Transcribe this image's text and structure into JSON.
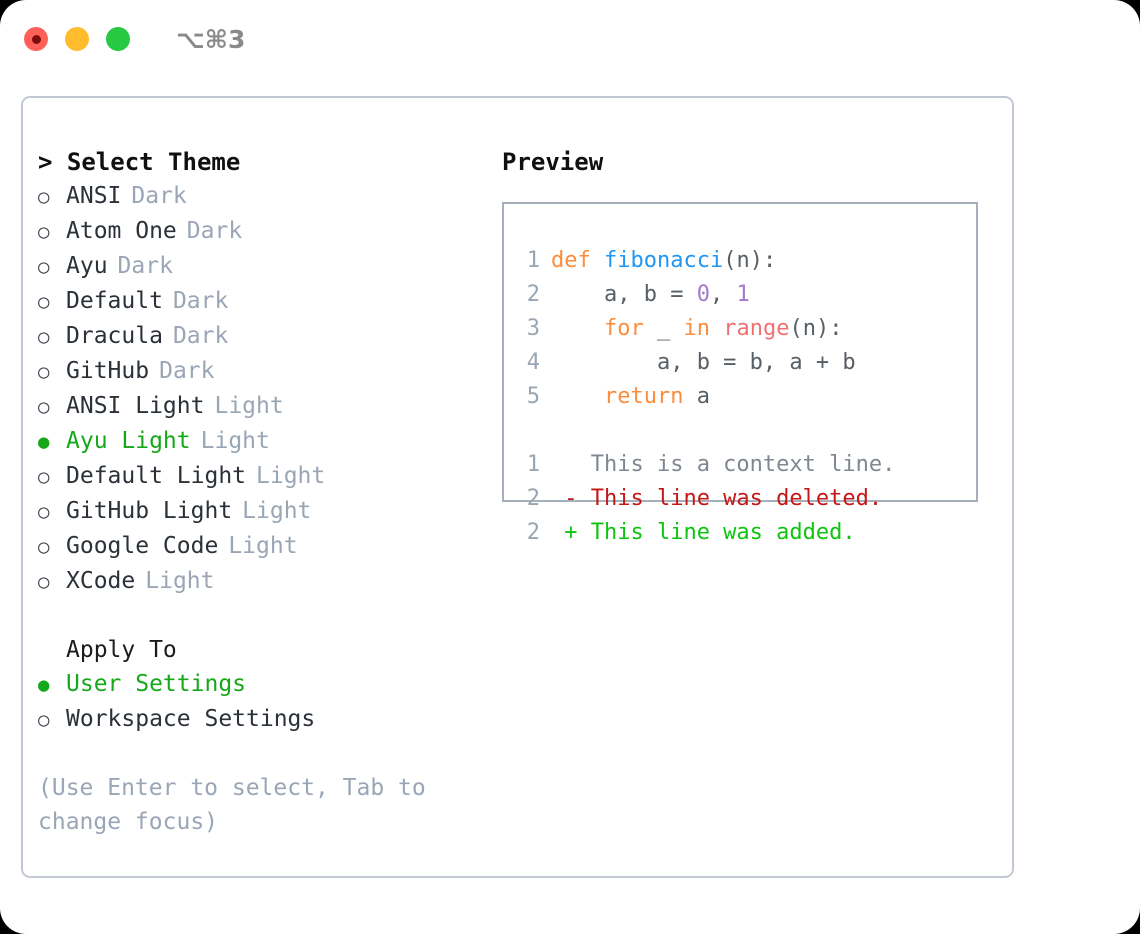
{
  "window": {
    "shortcut": "⌥⌘3",
    "traffic_lights": [
      {
        "name": "close",
        "color": "#ff6159"
      },
      {
        "name": "minimize",
        "color": "#ffbd2e"
      },
      {
        "name": "maximize",
        "color": "#26c941"
      }
    ]
  },
  "colors": {
    "selected_green": "#17a81a",
    "muted_gray": "#9aa6b6",
    "text": "#2b3138",
    "border": "#c3c9d4",
    "preview_border": "#a6b0bd",
    "diff_added": "#0ec40e",
    "diff_deleted": "#c41818",
    "syntax_keyword": "#fa8d3e",
    "syntax_function": "#2196f3",
    "syntax_number": "#a37acc",
    "syntax_builtin": "#f07171",
    "syntax_identifier": "#575f66",
    "line_number": "#9aa5b2"
  },
  "theme_picker": {
    "heading_prefix": ">",
    "heading": "Select Theme",
    "marker_selected": "●",
    "marker_unselected": "○",
    "items": [
      {
        "label": "ANSI",
        "tag": "Dark",
        "selected": false
      },
      {
        "label": "Atom One",
        "tag": "Dark",
        "selected": false
      },
      {
        "label": "Ayu",
        "tag": "Dark",
        "selected": false
      },
      {
        "label": "Default",
        "tag": "Dark",
        "selected": false
      },
      {
        "label": "Dracula",
        "tag": "Dark",
        "selected": false
      },
      {
        "label": "GitHub",
        "tag": "Dark",
        "selected": false
      },
      {
        "label": "ANSI Light",
        "tag": "Light",
        "selected": false
      },
      {
        "label": "Ayu Light",
        "tag": "Light",
        "selected": true
      },
      {
        "label": "Default Light",
        "tag": "Light",
        "selected": false
      },
      {
        "label": "GitHub Light",
        "tag": "Light",
        "selected": false
      },
      {
        "label": "Google Code",
        "tag": "Light",
        "selected": false
      },
      {
        "label": "XCode",
        "tag": "Light",
        "selected": false
      }
    ]
  },
  "apply_to": {
    "heading": "Apply To",
    "items": [
      {
        "label": "User Settings",
        "selected": true
      },
      {
        "label": "Workspace Settings",
        "selected": false
      }
    ]
  },
  "help": {
    "text": "(Use Enter to select, Tab to change focus)"
  },
  "preview": {
    "heading": "Preview",
    "code": [
      {
        "number": "1",
        "tokens": [
          {
            "text": "def ",
            "type": "kw"
          },
          {
            "text": "fibonacci",
            "type": "fn"
          },
          {
            "text": "(n):",
            "type": "punc"
          }
        ]
      },
      {
        "number": "2",
        "tokens": [
          {
            "text": "    a, b = ",
            "type": "id"
          },
          {
            "text": "0",
            "type": "num"
          },
          {
            "text": ", ",
            "type": "id"
          },
          {
            "text": "1",
            "type": "num"
          }
        ]
      },
      {
        "number": "3",
        "tokens": [
          {
            "text": "    for",
            "type": "kw"
          },
          {
            "text": " _ ",
            "type": "id"
          },
          {
            "text": "in",
            "type": "kw"
          },
          {
            "text": " ",
            "type": "id"
          },
          {
            "text": "range",
            "type": "bi"
          },
          {
            "text": "(n):",
            "type": "punc"
          }
        ]
      },
      {
        "number": "4",
        "tokens": [
          {
            "text": "        a, b = b, a + b",
            "type": "id"
          }
        ]
      },
      {
        "number": "5",
        "tokens": [
          {
            "text": "    return",
            "type": "kw"
          },
          {
            "text": " a",
            "type": "id"
          }
        ]
      }
    ],
    "diff": [
      {
        "number": "1",
        "sign": " ",
        "text": "This is a context line.",
        "type": "ctx"
      },
      {
        "number": "2",
        "sign": "-",
        "text": "This line was deleted.",
        "type": "del"
      },
      {
        "number": "2",
        "sign": "+",
        "text": "This line was added.",
        "type": "add"
      }
    ]
  }
}
